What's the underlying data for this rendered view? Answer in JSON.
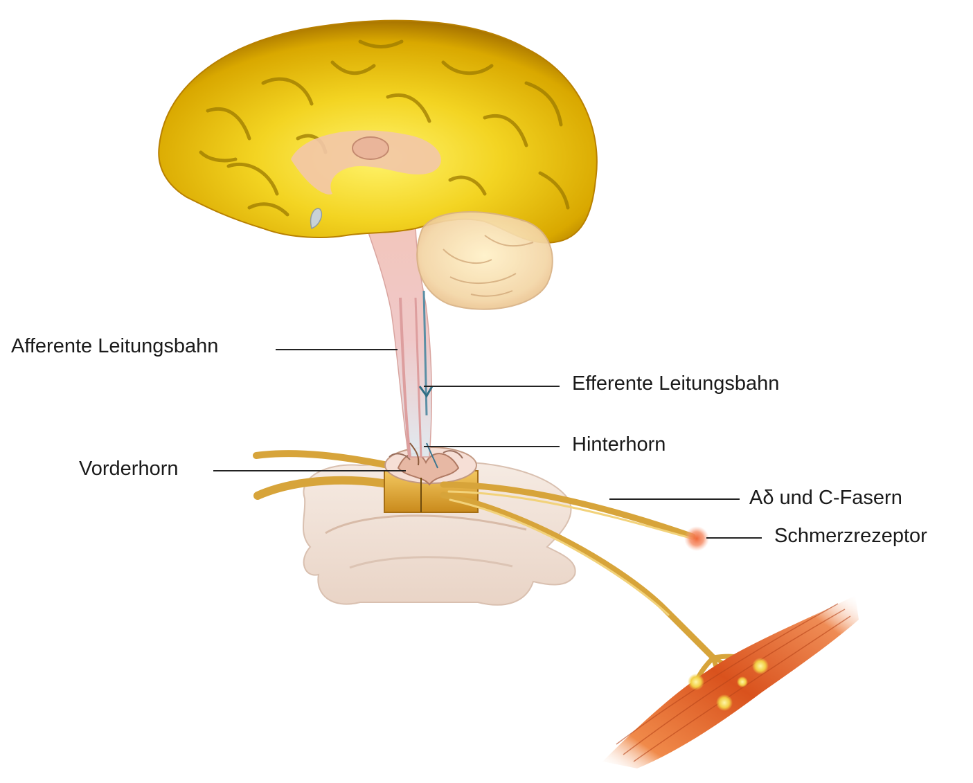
{
  "labels": {
    "afferent": "Afferente Leitungsbahn",
    "efferent": "Efferente Leitungsbahn",
    "dorsal_horn": "Hinterhorn",
    "ventral_horn": "Vorderhorn",
    "fibers": "Aδ und C-Fasern",
    "pain_receptor": "Schmerzrezeptor"
  },
  "colors": {
    "brain": "#e0b400",
    "brain_center": "#fff36a",
    "brain_sulci": "#9c7a00",
    "cerebellum": "#f3d3a3",
    "brainstem": "#f2c6bc",
    "afferent_tract": "#e5a9a9",
    "efferent_tract": "#bfe3ec",
    "nerve": "#d9a833",
    "spinal_cord": "#e1a52c",
    "vertebra": "#f3e4da",
    "receptor": "#f0693a",
    "muscle": "#e0622a",
    "leader_line": "#222222"
  }
}
